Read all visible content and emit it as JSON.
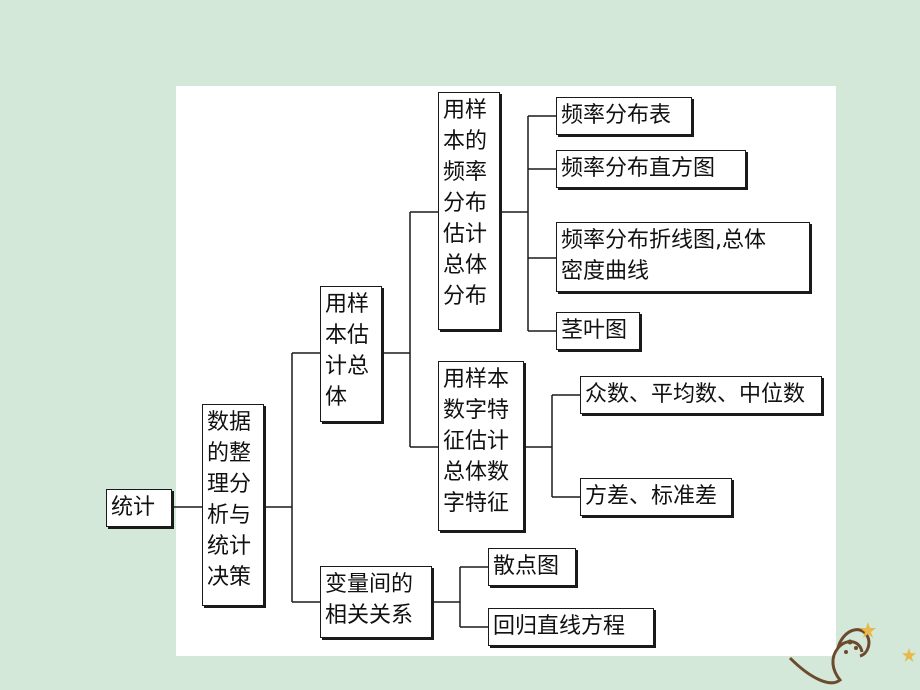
{
  "diagram": {
    "root": "统计",
    "level1": "数据\n的整\n理分\n析与\n统计\n决策",
    "branch_a": "用样\n本估\n计总\n体",
    "branch_b": "变量间的\n相关关系",
    "sub_a1": "用样\n本的\n频率\n分布\n估计\n总体\n分布",
    "sub_a2": "用样本\n数字特\n征估计\n总体数\n字特征",
    "leaves_a1": [
      "频率分布表",
      "频率分布直方图",
      "频率分布折线图,总体\n密度曲线",
      "茎叶图"
    ],
    "leaves_a2": [
      "众数、平均数、中位数",
      "方差、标准差"
    ],
    "leaves_b": [
      "散点图",
      "回归直线方程"
    ]
  },
  "colors": {
    "background": "#d3e8d8",
    "canvas": "#ffffff",
    "ink": "#1a1a1a",
    "deco_brown": "#6b4a2e",
    "deco_star": "#e8b84a"
  }
}
